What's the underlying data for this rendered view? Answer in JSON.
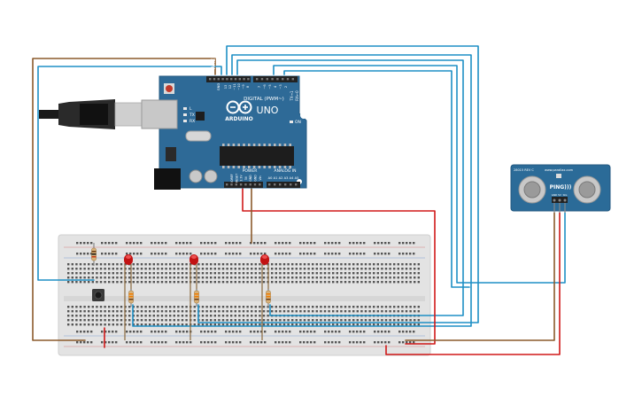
{
  "arduino": {
    "brand": "ARDUINO",
    "model": "UNO",
    "digital_label": "DIGITAL (PWM~)",
    "power_label": "POWER",
    "analog_label": "ANALOG IN",
    "tx_label": "TX",
    "rx_label": "RX",
    "l_label": "L",
    "on_label": "ON",
    "aref_label": "AREF",
    "gnd_label": "GND",
    "tx1_label": "TX→1",
    "rx0_label": "RX←0",
    "digital_pins": [
      "13",
      "12",
      "~11",
      "~10",
      "~9",
      "8",
      "7",
      "~6",
      "~5",
      "4",
      "~3",
      "2"
    ],
    "power_pins": [
      "IOREF",
      "RESET",
      "3.3V",
      "5V",
      "GND",
      "GND",
      "Vin"
    ],
    "analog_pins": [
      "A0",
      "A1",
      "A2",
      "A3",
      "A4",
      "A5"
    ]
  },
  "sensor": {
    "name": "PING)))",
    "vendor": "www.parallax.com",
    "code": "28015 REV C",
    "pins": [
      "GND",
      "5V",
      "SIG"
    ]
  },
  "colors": {
    "board": "#2e6a97",
    "header": "#222222",
    "breadboard": "#e3e3e3",
    "wire_blue": "#1e8fc5",
    "wire_red": "#d01818",
    "wire_brown": "#8b5a2b",
    "led": "#c21313",
    "sensor_pcb": "#2b6b98",
    "transducer": "#c8c8c8"
  }
}
